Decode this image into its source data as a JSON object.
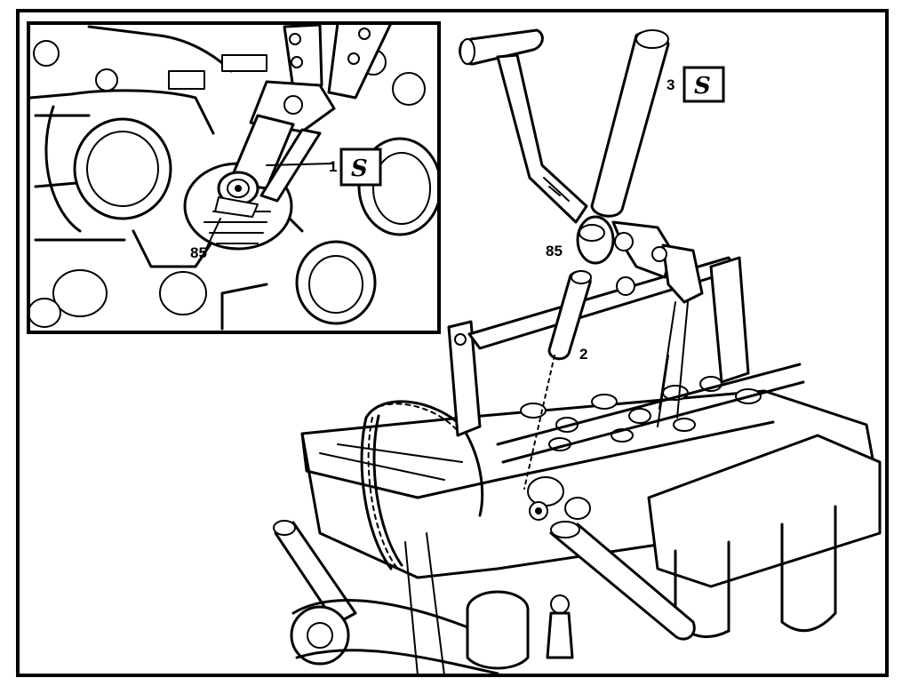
{
  "diagram": {
    "callouts": {
      "inset_part": "85",
      "inset_tool_number": "1",
      "main_tool_3": "3",
      "main_part": "85",
      "main_tool_2": "2"
    },
    "tool_symbols": {
      "inset_tool_glyph": "S",
      "main_tool_glyph": "S"
    },
    "colors": {
      "ink": "#000000",
      "paper": "#ffffff"
    }
  }
}
